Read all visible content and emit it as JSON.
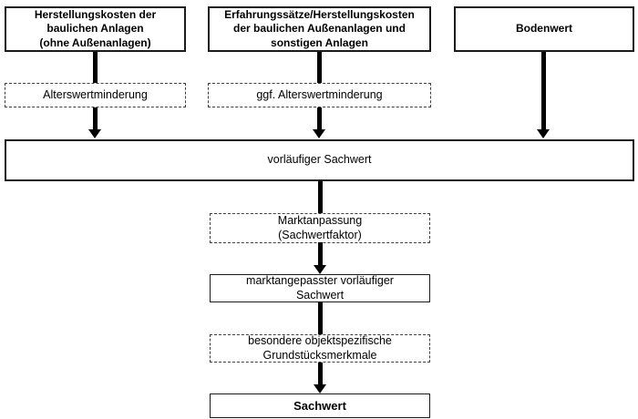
{
  "diagram": {
    "nodes": {
      "herstellungskosten": {
        "label": "Herstellungskosten der\nbaulichen Anlagen\n(ohne Außenanlagen)"
      },
      "erfahrungssaetze": {
        "label": "Erfahrungssätze/Herstellungskosten\nder baulichen Außenanlagen und\nsonstigen Anlagen"
      },
      "bodenwert": {
        "label": "Bodenwert"
      },
      "alterswertminderung": {
        "label": "Alterswertminderung"
      },
      "ggf_alterswertminderung": {
        "label": "ggf. Alterswertminderung"
      },
      "vorlaeufiger_sachwert": {
        "label": "vorläufiger Sachwert"
      },
      "marktanpassung": {
        "label": "Marktanpassung\n(Sachwertfaktor)"
      },
      "marktangepasster_vorlaeufiger_sachwert": {
        "label": "marktangepasster vorläufiger\nSachwert"
      },
      "besondere_grundstuecksmerkmale": {
        "label": "besondere objektspezifische\nGrundstücksmerkmale"
      },
      "sachwert": {
        "label": "Sachwert"
      }
    },
    "colors": {
      "background": "#ffffff",
      "solid_border": "#1c1c1c",
      "dashed_border": "#3f3f3f",
      "arrow": "#000000",
      "text": "#000000"
    }
  }
}
